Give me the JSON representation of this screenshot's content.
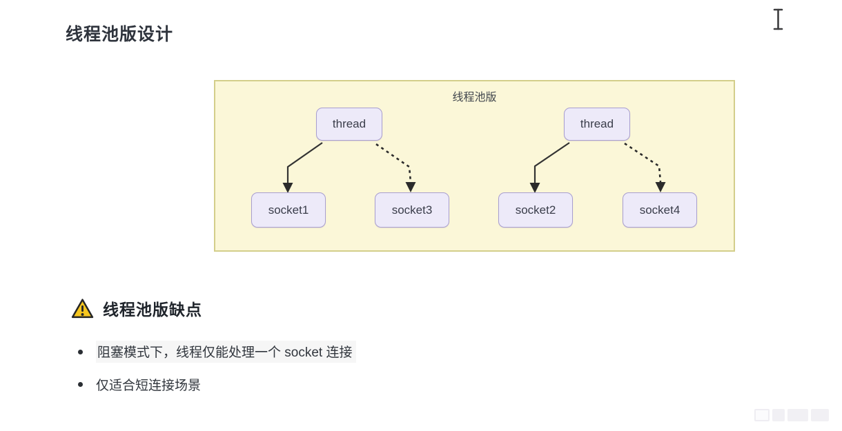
{
  "page": {
    "title": "线程池版设计"
  },
  "diagram": {
    "label": "线程池版",
    "nodes": [
      {
        "id": "thread-1",
        "label": "thread"
      },
      {
        "id": "thread-2",
        "label": "thread"
      },
      {
        "id": "socket-1",
        "label": "socket1"
      },
      {
        "id": "socket-3",
        "label": "socket3"
      },
      {
        "id": "socket-2",
        "label": "socket2"
      },
      {
        "id": "socket-4",
        "label": "socket4"
      }
    ],
    "edges": [
      {
        "from": "thread-1",
        "to": "socket1",
        "style": "solid"
      },
      {
        "from": "thread-1",
        "to": "socket3",
        "style": "dashed"
      },
      {
        "from": "thread-2",
        "to": "socket2",
        "style": "solid"
      },
      {
        "from": "thread-2",
        "to": "socket4",
        "style": "dashed"
      }
    ],
    "colors": {
      "panel_bg": "#fbf7d8",
      "panel_border": "#d3ce8a",
      "node_bg": "#edeaf9",
      "node_border": "#a89ed0",
      "arrow": "#2b2b2b"
    }
  },
  "warning": {
    "title": "线程池版缺点",
    "icon_color": "#f7c71f"
  },
  "bullets": [
    {
      "text": "阻塞模式下，线程仅能处理一个 socket 连接"
    },
    {
      "text": "仅适合短连接场景"
    }
  ]
}
